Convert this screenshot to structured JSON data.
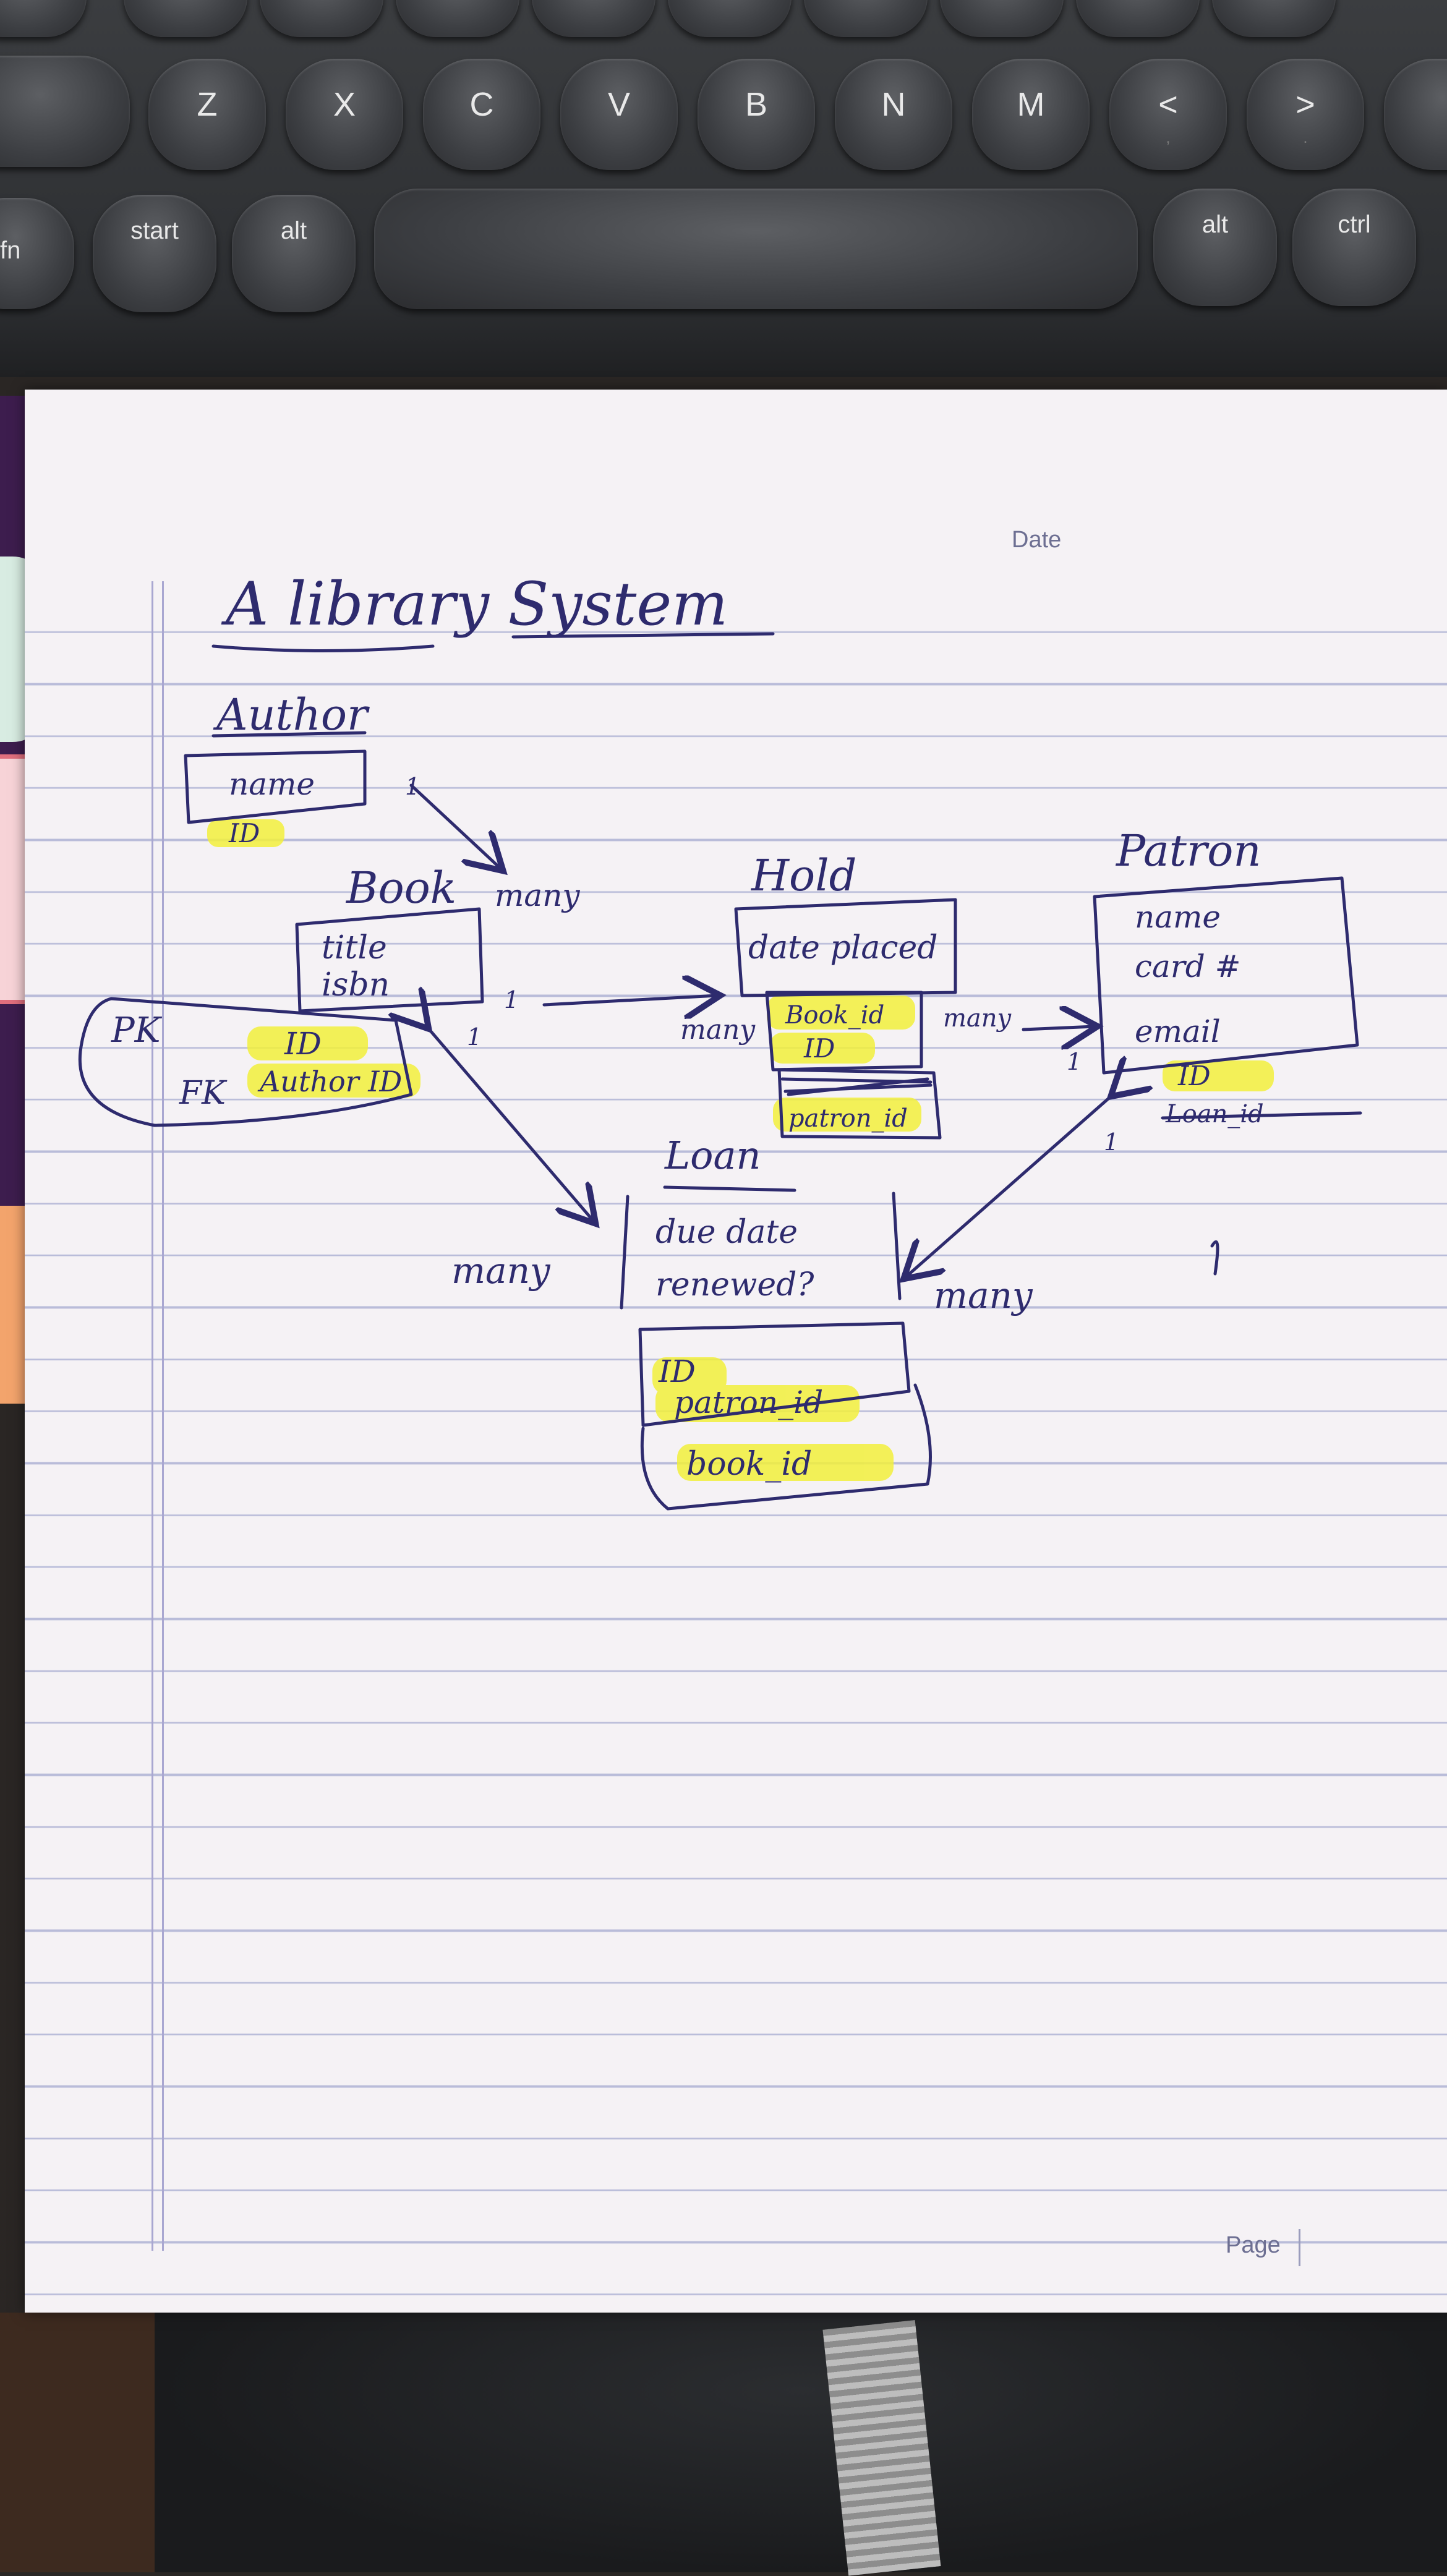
{
  "keyboard": {
    "row_letters": [
      "Z",
      "X",
      "C",
      "V",
      "B",
      "N",
      "M",
      "<",
      ">"
    ],
    "row_letters_sub": [
      "",
      "",
      "",
      "",
      "",
      "",
      "",
      ",",
      "."
    ],
    "fn_label": "fn",
    "start_label": "start",
    "alt_left_label": "alt",
    "alt_right_label": "alt",
    "ctrl_label": "ctrl"
  },
  "paper": {
    "date_label": "Date",
    "page_label": "Page"
  },
  "sticky_tabs": [
    {
      "color": "#d8ece2"
    },
    {
      "color": "#f7d3d7"
    },
    {
      "color": "#f3a46c"
    }
  ],
  "diagram": {
    "title": "A library System",
    "entities": {
      "author": {
        "name": "Author",
        "fields": [
          "name"
        ],
        "keys": [
          "ID"
        ]
      },
      "book": {
        "name": "Book",
        "fields": [
          "title",
          "isbn"
        ],
        "keys": [
          "PK",
          "ID",
          "FK",
          "Author ID"
        ]
      },
      "hold": {
        "name": "Hold",
        "fields": [
          "date placed"
        ],
        "keys": [
          "Book_id",
          "ID",
          "patron_id"
        ]
      },
      "patron": {
        "name": "Patron",
        "fields": [
          "name",
          "card #",
          "email"
        ],
        "keys": [
          "ID",
          "Loan_id"
        ]
      },
      "loan": {
        "name": "Loan",
        "fields": [
          "due date",
          "renewed?"
        ],
        "keys": [
          "ID",
          "patron_id",
          "book_id"
        ]
      }
    },
    "cardinality": {
      "author_book_one": "1",
      "author_book_many": "many",
      "book_hold_one": "1",
      "hold_book_many": "many",
      "hold_patron_many": "many",
      "patron_hold_one": "1",
      "book_loan_one": "1",
      "loan_book_many": "many",
      "patron_loan_one": "1",
      "loan_patron_many": "many"
    },
    "highlight_color": "#f2f03c",
    "ink_color": "#2e2b6e"
  }
}
